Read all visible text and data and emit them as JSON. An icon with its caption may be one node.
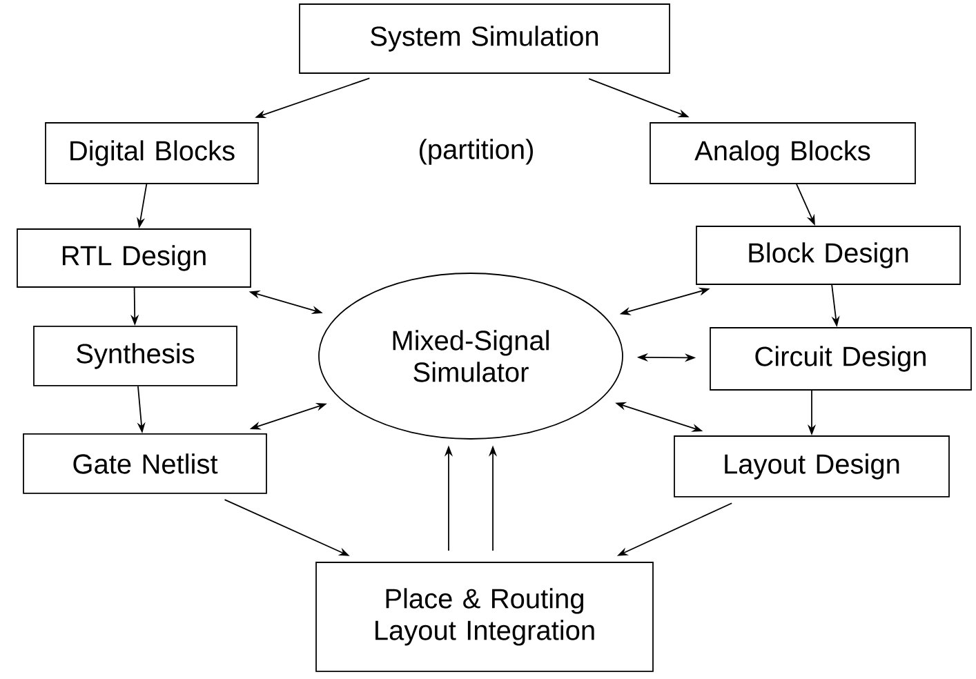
{
  "diagram": {
    "nodes": [
      {
        "text": [
          "System Simulation"
        ]
      },
      {
        "text": [
          "Digital Blocks"
        ]
      },
      {
        "text": [
          "Analog Blocks"
        ]
      },
      {
        "text": [
          "RTL Design"
        ]
      },
      {
        "text": [
          "Block Design"
        ]
      },
      {
        "text": [
          "Synthesis"
        ]
      },
      {
        "text": [
          "Circuit Design"
        ]
      },
      {
        "text": [
          "Gate Netlist"
        ]
      },
      {
        "text": [
          "Layout Design"
        ]
      },
      {
        "text": [
          "Mixed-Signal Simulator"
        ]
      },
      {
        "text": [
          "Place & Routing Layout Integration"
        ]
      }
    ],
    "edges": [
      {
        "from": 0,
        "to": 1,
        "arrow": "to"
      },
      {
        "from": 0,
        "to": 2,
        "arrow": "to"
      },
      {
        "from": 1,
        "to": 3,
        "arrow": "to"
      },
      {
        "from": 3,
        "to": 5,
        "arrow": "to"
      },
      {
        "from": 5,
        "to": 7,
        "arrow": "to"
      },
      {
        "from": 2,
        "to": 4,
        "arrow": "to"
      },
      {
        "from": 4,
        "to": 6,
        "arrow": "to"
      },
      {
        "from": 6,
        "to": 8,
        "arrow": "to"
      },
      {
        "from": 3,
        "to": 9,
        "arrow": "both"
      },
      {
        "from": 9,
        "to": 4,
        "arrow": "both"
      },
      {
        "from": 9,
        "to": 6,
        "arrow": "both"
      },
      {
        "from": 7,
        "to": 9,
        "arrow": "both"
      },
      {
        "from": 9,
        "to": 8,
        "arrow": "both"
      },
      {
        "from": 7,
        "to": 10,
        "arrow": "to"
      },
      {
        "from": 8,
        "to": 10,
        "arrow": "to"
      },
      {
        "from": 10,
        "to": 9,
        "arrow": "to"
      },
      {
        "from": 10,
        "to": 9,
        "arrow": "to"
      }
    ],
    "labels": [
      "(partition)"
    ]
  }
}
